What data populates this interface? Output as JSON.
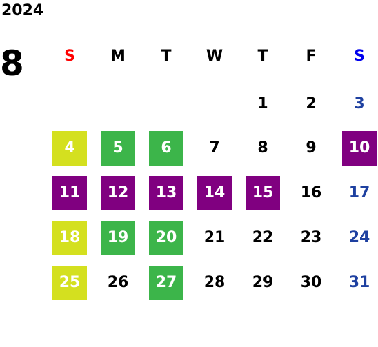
{
  "calendar": {
    "year": "2024",
    "month": "8",
    "weekdays": [
      {
        "label": "S",
        "color": "#ff0000"
      },
      {
        "label": "M",
        "color": "#000000"
      },
      {
        "label": "T",
        "color": "#000000"
      },
      {
        "label": "W",
        "color": "#000000"
      },
      {
        "label": "T",
        "color": "#000000"
      },
      {
        "label": "F",
        "color": "#000000"
      },
      {
        "label": "S",
        "color": "#0000ee"
      }
    ],
    "colors": {
      "lime": "#d4e01f",
      "green": "#3cb54a",
      "purple": "#800080",
      "saturday_text": "#1e40a0",
      "default_text": "#000000",
      "filled_text": "#ffffff"
    },
    "weeks": [
      [
        {
          "day": ""
        },
        {
          "day": ""
        },
        {
          "day": ""
        },
        {
          "day": ""
        },
        {
          "day": "1"
        },
        {
          "day": "2"
        },
        {
          "day": "3",
          "text": "saturday_text"
        }
      ],
      [
        {
          "day": "4",
          "fill": "lime"
        },
        {
          "day": "5",
          "fill": "green"
        },
        {
          "day": "6",
          "fill": "green"
        },
        {
          "day": "7"
        },
        {
          "day": "8"
        },
        {
          "day": "9"
        },
        {
          "day": "10",
          "fill": "purple"
        }
      ],
      [
        {
          "day": "11",
          "fill": "purple"
        },
        {
          "day": "12",
          "fill": "purple"
        },
        {
          "day": "13",
          "fill": "purple"
        },
        {
          "day": "14",
          "fill": "purple"
        },
        {
          "day": "15",
          "fill": "purple"
        },
        {
          "day": "16"
        },
        {
          "day": "17",
          "text": "saturday_text"
        }
      ],
      [
        {
          "day": "18",
          "fill": "lime"
        },
        {
          "day": "19",
          "fill": "green"
        },
        {
          "day": "20",
          "fill": "green"
        },
        {
          "day": "21"
        },
        {
          "day": "22"
        },
        {
          "day": "23"
        },
        {
          "day": "24",
          "text": "saturday_text"
        }
      ],
      [
        {
          "day": "25",
          "fill": "lime"
        },
        {
          "day": "26"
        },
        {
          "day": "27",
          "fill": "green"
        },
        {
          "day": "28"
        },
        {
          "day": "29"
        },
        {
          "day": "30"
        },
        {
          "day": "31",
          "text": "saturday_text"
        }
      ]
    ]
  }
}
